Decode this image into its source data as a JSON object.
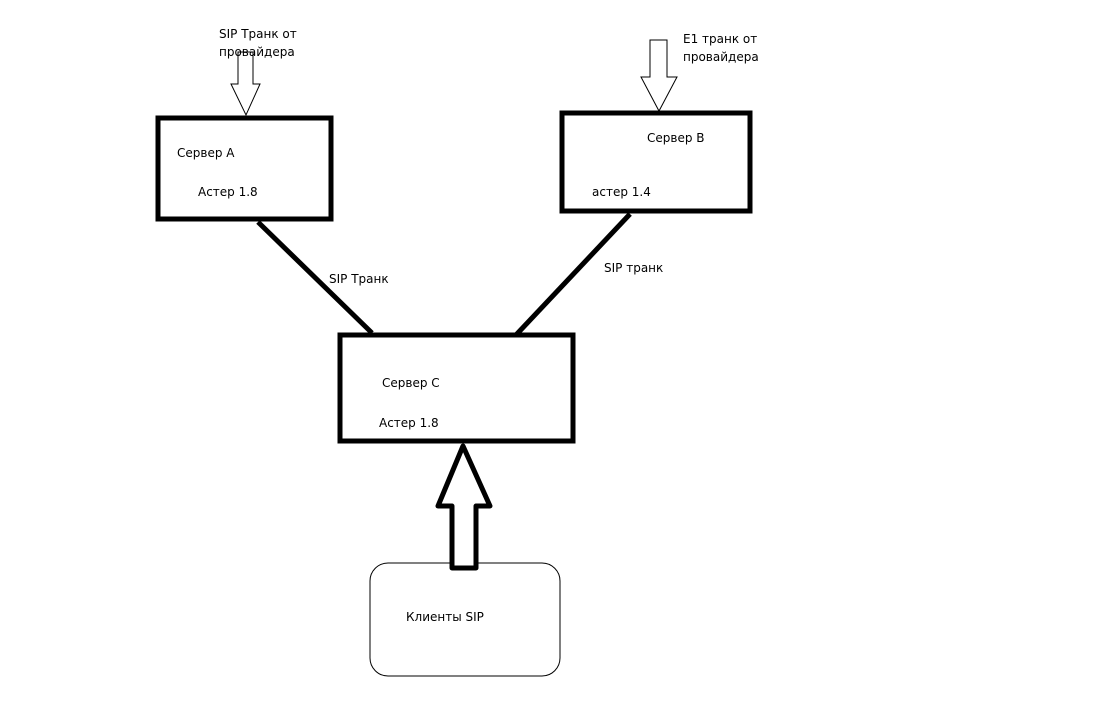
{
  "diagram": {
    "colors": {
      "background": "#ffffff",
      "stroke": "#000000",
      "text": "#000000"
    },
    "nodes": {
      "server_a": {
        "title": "Сервер А",
        "software": "Астер 1.8"
      },
      "server_b": {
        "title": "Сервер В",
        "software": "астер 1.4"
      },
      "server_c": {
        "title": "Сервер С",
        "software": "Астер 1.8"
      },
      "clients": {
        "title": "Клиенты SIP"
      }
    },
    "external_inputs": {
      "sip_provider": {
        "label_line1": "SIP Транк от",
        "label_line2": "провайдера",
        "target": "Сервер А"
      },
      "e1_provider": {
        "label_line1": "E1 транк от",
        "label_line2": "провайдера",
        "target": "Сервер В"
      }
    },
    "links": [
      {
        "from": "Сервер А",
        "to": "Сервер С",
        "label": "SIP Транк"
      },
      {
        "from": "Сервер В",
        "to": "Сервер С",
        "label": "SIP транк"
      },
      {
        "from": "Клиенты SIP",
        "to": "Сервер С",
        "label": ""
      }
    ]
  }
}
